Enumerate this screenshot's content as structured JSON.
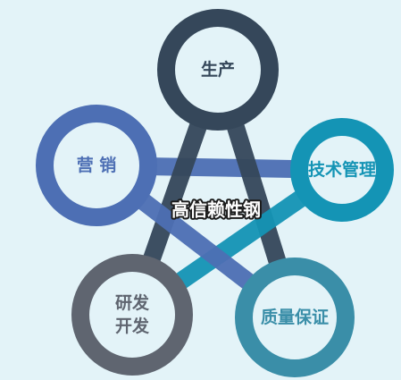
{
  "center_title": "高信赖性钢",
  "petals": [
    {
      "id": "production",
      "label_lines": [
        "生产"
      ],
      "color": "#35475a"
    },
    {
      "id": "tech",
      "label_lines": [
        "技术管理"
      ],
      "color": "#1494b5"
    },
    {
      "id": "quality",
      "label_lines": [
        "质量保证"
      ],
      "color": "#3a8ea8"
    },
    {
      "id": "rnd",
      "label_lines": [
        "研发",
        "开发"
      ],
      "color": "#5f6570"
    },
    {
      "id": "marketing",
      "label_lines": [
        "营 销"
      ],
      "color": "#4d6fb4"
    }
  ],
  "colors": {
    "background": "#e3f3f8",
    "circle_fill": "#e3f3f8"
  }
}
